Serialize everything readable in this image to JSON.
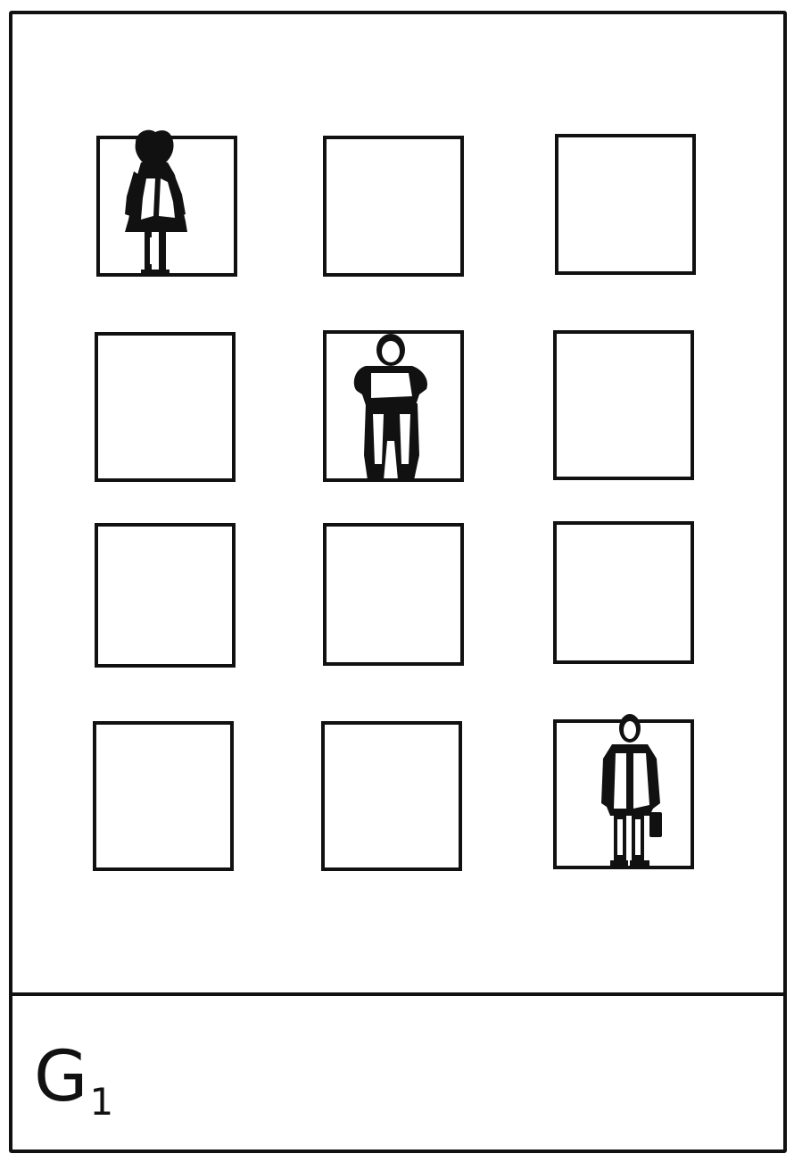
{
  "label": {
    "letter": "G",
    "subscript": "1"
  },
  "grid": {
    "rows": 4,
    "columns": 3,
    "windows": [
      {
        "row": 1,
        "col": 1,
        "occupant": "woman-in-dress-icon"
      },
      {
        "row": 1,
        "col": 2,
        "occupant": null
      },
      {
        "row": 1,
        "col": 3,
        "occupant": null
      },
      {
        "row": 2,
        "col": 1,
        "occupant": null
      },
      {
        "row": 2,
        "col": 2,
        "occupant": "stout-man-icon"
      },
      {
        "row": 2,
        "col": 3,
        "occupant": null
      },
      {
        "row": 3,
        "col": 1,
        "occupant": null
      },
      {
        "row": 3,
        "col": 2,
        "occupant": null
      },
      {
        "row": 3,
        "col": 3,
        "occupant": null
      },
      {
        "row": 4,
        "col": 1,
        "occupant": null
      },
      {
        "row": 4,
        "col": 2,
        "occupant": null
      },
      {
        "row": 4,
        "col": 3,
        "occupant": "man-with-briefcase-icon"
      }
    ]
  },
  "colors": {
    "ink": "#111111",
    "paper": "#ffffff"
  }
}
